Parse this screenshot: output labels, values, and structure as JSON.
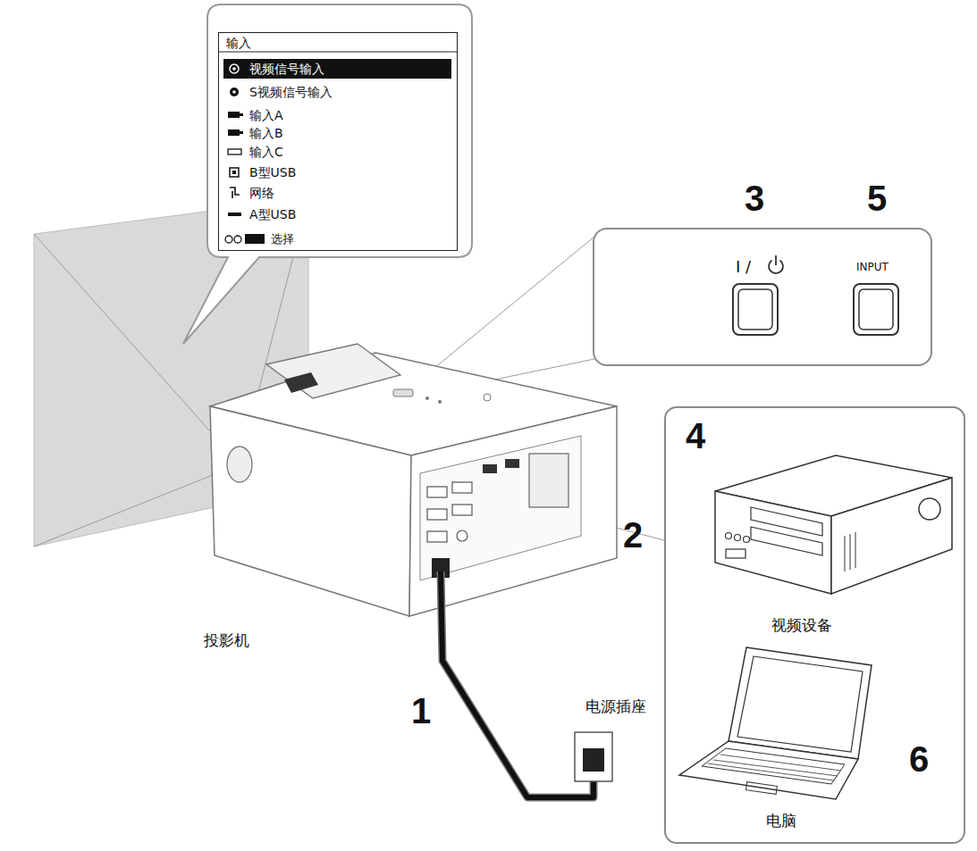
{
  "diagram": {
    "nodes": [
      {
        "text": [
          "输入",
          "视频信号输入",
          "S视频信号输入",
          "输入A",
          "输入B",
          "输入C",
          "B型USB",
          "网络",
          "A型USB",
          "选择"
        ]
      },
      {
        "text": [
          "I /",
          "INPUT"
        ]
      },
      {
        "text": [
          "4",
          "视频设备",
          "电脑",
          "6"
        ]
      }
    ],
    "labels": [
      "3",
      "5",
      "2",
      "投影机",
      "1",
      "电源插座"
    ]
  }
}
